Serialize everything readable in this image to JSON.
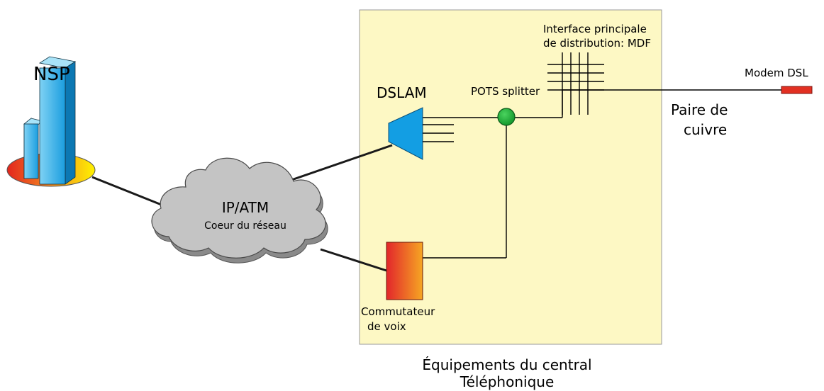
{
  "labels": {
    "nsp": "NSP",
    "core_title": "IP/ATM",
    "core_subtitle": "Coeur du réseau",
    "dslam": "DSLAM",
    "pots_splitter": "POTS splitter",
    "mdf_line1": "Interface principale",
    "mdf_line2": "de distribution: MDF",
    "modem": "Modem DSL",
    "pair_line1": "Paire de",
    "pair_line2": "cuivre",
    "switch_line1": "Commutateur",
    "switch_line2": "de voix",
    "central_line1": "Équipements du central",
    "central_line2": "Téléphonique"
  },
  "colors": {
    "central_fill": "#fdf8c4",
    "nsp_blue": "#2ab0e8",
    "dslam_blue": "#139ee3",
    "splitter_green": "#1eb33a",
    "modem_red": "#e23022",
    "cloud_gray": "#c4c4c4",
    "switch_red": "#e2262b",
    "switch_orange": "#f29f26"
  },
  "icons": {
    "server": "server-stack-icon",
    "cloud": "network-cloud-icon",
    "dslam": "dslam-icon",
    "splitter": "pots-splitter-icon",
    "mdf": "mdf-frame-icon",
    "modem": "modem-icon",
    "switch": "voice-switch-icon"
  }
}
